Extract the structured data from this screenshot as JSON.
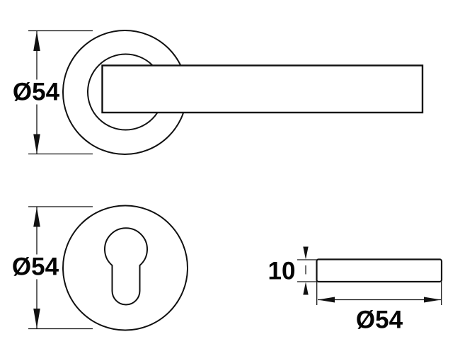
{
  "colors": {
    "line": "#111111",
    "text": "#050505",
    "background": "#ffffff"
  },
  "views": {
    "lever_front": {
      "description": "door lever handle on round rosette, front view",
      "diameter_label": "Ø54"
    },
    "escutcheon_front": {
      "description": "round key escutcheon with euro-profile keyhole, front view",
      "diameter_label": "Ø54"
    },
    "rose_side": {
      "description": "rosette side profile view",
      "thickness_label": "10",
      "diameter_label": "Ø54"
    }
  }
}
